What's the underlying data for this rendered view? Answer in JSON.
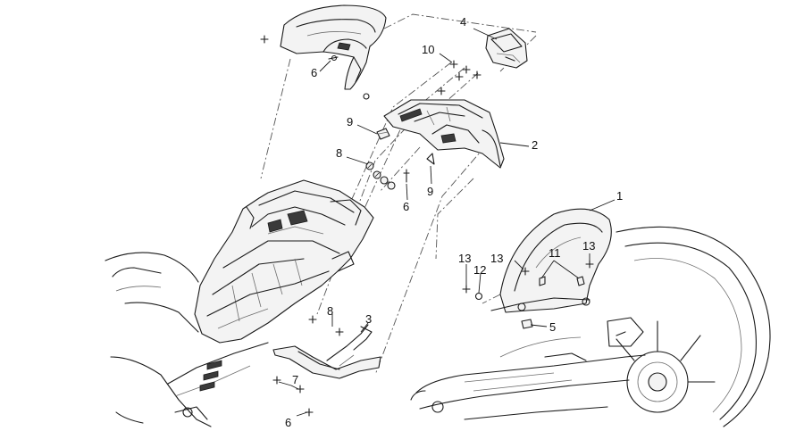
{
  "callouts": {
    "c1": "1",
    "c2": "2",
    "c3": "3",
    "c4": "4",
    "c5": "5",
    "c6a": "6",
    "c6b": "6",
    "c6c": "6",
    "c7": "7",
    "c8a": "8",
    "c8b": "8",
    "c9a": "9",
    "c9b": "9",
    "c10": "10",
    "c11": "11",
    "c12": "12",
    "c13a": "13",
    "c13b": "13",
    "c13c": "13"
  }
}
